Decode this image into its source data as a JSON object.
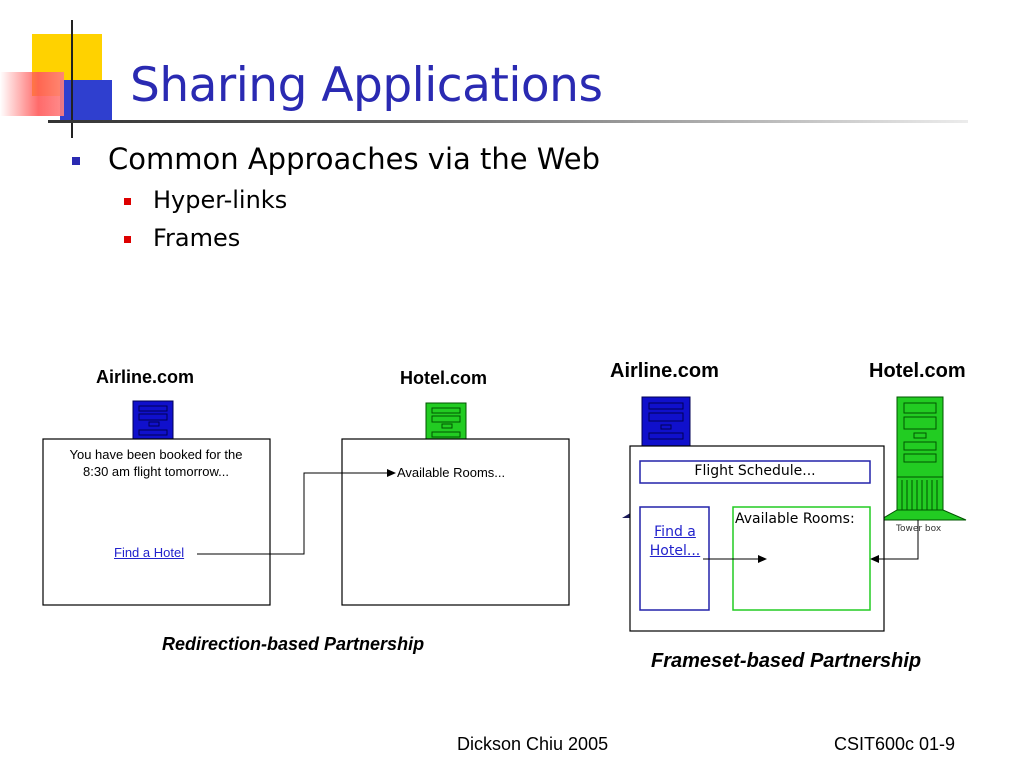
{
  "slide": {
    "title": "Sharing Applications",
    "bullets": {
      "main": "Common Approaches via the Web",
      "sub": [
        "Hyper-links",
        "Frames"
      ]
    }
  },
  "left_diagram": {
    "airline_label": "Airline.com",
    "hotel_label": "Hotel.com",
    "airline_message": "You have been booked for the 8:30 am flight tomorrow...",
    "link_text": "Find a Hotel",
    "hotel_content": "Available Rooms...",
    "caption": "Redirection-based Partnership"
  },
  "right_diagram": {
    "airline_label": "Airline.com",
    "hotel_label": "Hotel.com",
    "top_frame": "Flight Schedule...",
    "left_frame_link": "Find a Hotel...",
    "right_frame": "Available Rooms:",
    "tower_label": "Tower box",
    "caption": "Frameset-based Partnership"
  },
  "footer": {
    "author": "Dickson Chiu 2005",
    "course": "CSIT600c 01-9"
  },
  "colors": {
    "title": "#2a2ab2",
    "bullet_main": "#2a2ab2",
    "bullet_sub": "#dd0000",
    "airline_server": "#1010cc",
    "hotel_server": "#22cc22"
  }
}
